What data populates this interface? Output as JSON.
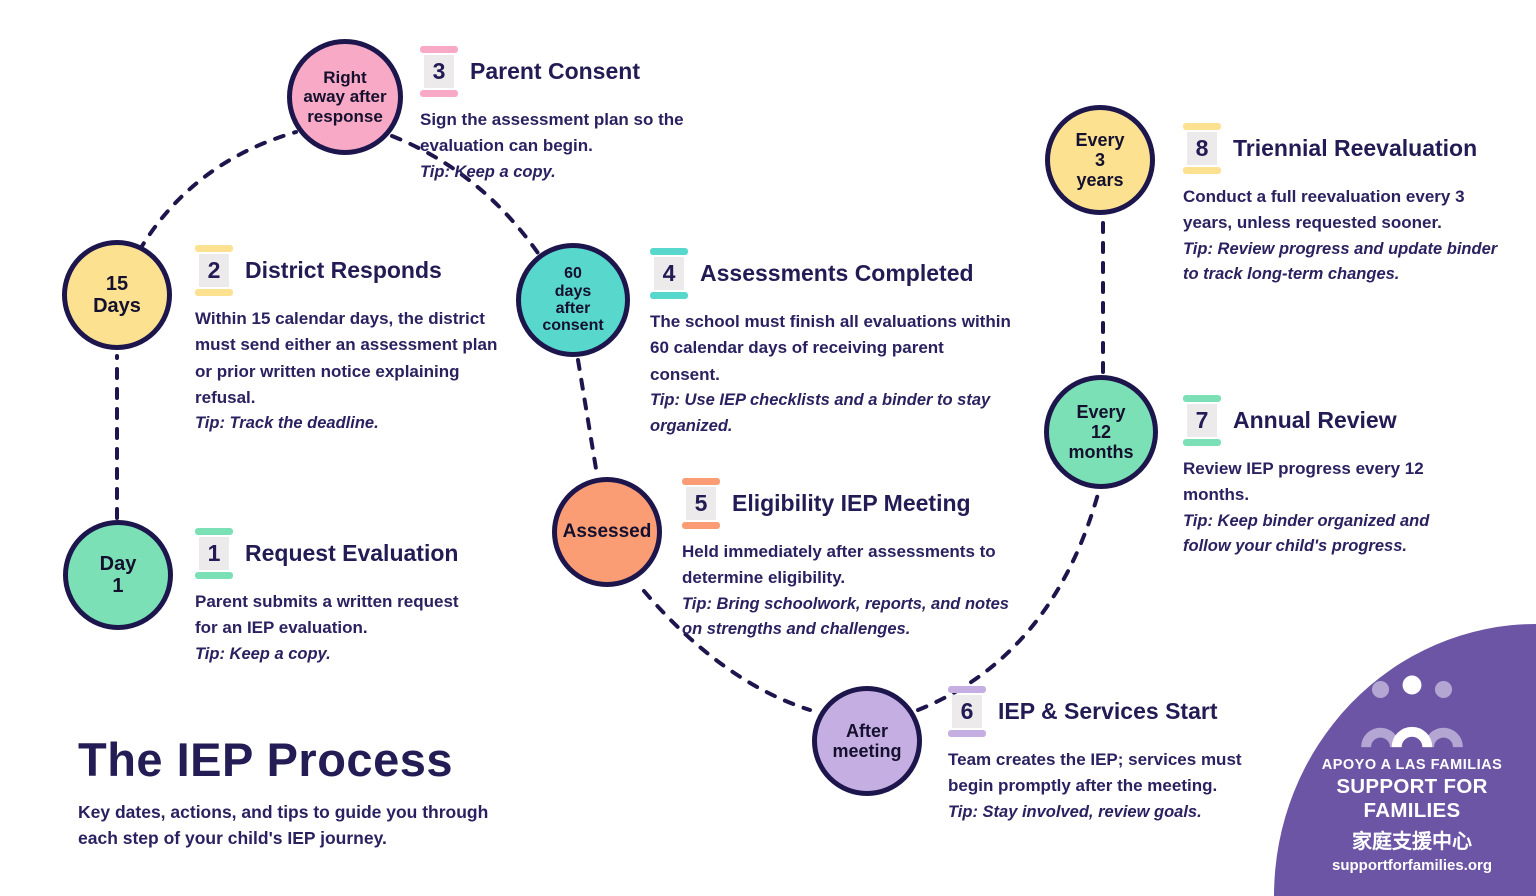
{
  "title": {
    "heading": "The IEP Process",
    "subtitle": "Key dates, actions, and tips to guide you through each step of your child's IEP journey."
  },
  "colors": {
    "ink": "#221B54",
    "line": "#1D164D",
    "mint": "#7BE0B5",
    "yellow": "#FBE190",
    "pink": "#F8A9C6",
    "teal": "#58D8CD",
    "orange": "#FA9C74",
    "lavender": "#C5AEE2",
    "logo_purple": "#6C55A4"
  },
  "steps": [
    {
      "number": "1",
      "label": "Request Evaluation",
      "accent": "#7BE0B5",
      "circle_text": "Day\n1",
      "body": "Parent submits a written request for an IEP evaluation.",
      "tip": "Tip: Keep a copy."
    },
    {
      "number": "2",
      "label": "District Responds",
      "accent": "#FBE190",
      "circle_text": "15\nDays",
      "body": "Within 15 calendar days, the district must send either an assessment plan or prior written notice explaining refusal.",
      "tip": "Tip: Track the deadline."
    },
    {
      "number": "3",
      "label": "Parent Consent",
      "accent": "#F8A9C6",
      "circle_text": "Right\naway after\nresponse",
      "body": "Sign the assessment plan so the evaluation can begin.",
      "tip": "Tip: Keep a copy."
    },
    {
      "number": "4",
      "label": "Assessments Completed",
      "accent": "#58D8CD",
      "circle_text": "60\ndays\nafter\nconsent",
      "body": "The school must finish all evaluations within 60 calendar days of receiving parent consent.",
      "tip": "Tip: Use IEP checklists and a binder to stay organized."
    },
    {
      "number": "5",
      "label": "Eligibility IEP Meeting",
      "accent": "#FA9C74",
      "circle_text": "Assessed",
      "body": "Held immediately after assessments to determine eligibility.",
      "tip": "Tip: Bring schoolwork, reports, and notes on strengths and challenges."
    },
    {
      "number": "6",
      "label": "IEP & Services Start",
      "accent": "#C5AEE2",
      "circle_text": "After\nmeeting",
      "body": "Team creates the IEP; services must begin promptly after the meeting.",
      "tip": "Tip: Stay involved, review goals."
    },
    {
      "number": "7",
      "label": "Annual Review",
      "accent": "#7BE0B5",
      "circle_text": "Every\n12\nmonths",
      "body": "Review IEP progress every 12 months.",
      "tip": "Tip: Keep binder organized and follow your child's progress."
    },
    {
      "number": "8",
      "label": "Triennial Reevaluation",
      "accent": "#FBE190",
      "circle_text": "Every\n3\nyears",
      "body": "Conduct a full reevaluation every 3 years, unless requested sooner.",
      "tip": "Tip: Review progress and update binder to track long-term changes."
    }
  ],
  "logo": {
    "line1": "APOYO A LAS FAMILIAS",
    "line2": "SUPPORT FOR FAMILIES",
    "line3": "家庭支援中心",
    "url": "supportforfamilies.org"
  }
}
